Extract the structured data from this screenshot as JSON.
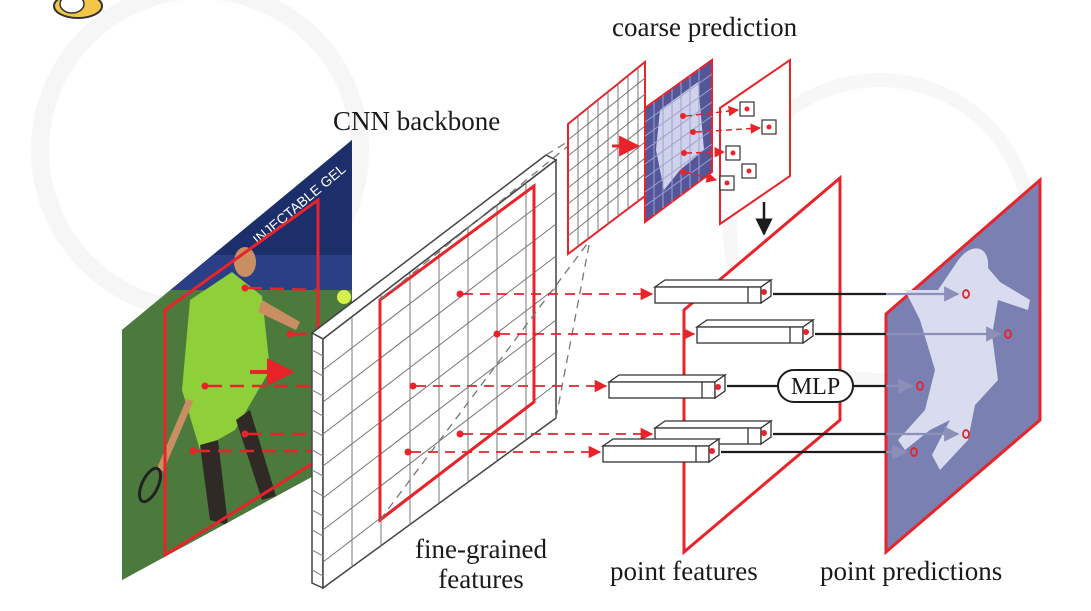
{
  "diagram": {
    "labels": {
      "coarse_prediction": "coarse prediction",
      "cnn_backbone": "CNN backbone",
      "fine_grained_line1": "fine-grained",
      "fine_grained_line2": "features",
      "point_features": "point features",
      "point_predictions": "point predictions",
      "mlp": "MLP"
    },
    "colors": {
      "accent_red": "#e8232a",
      "mask_purple": "#7b80b3",
      "mask_light": "#d9dcef",
      "dark_arrow": "#1c1c1c",
      "grid_gray": "#6e6e6e",
      "watermark": "#eeeeee"
    }
  }
}
